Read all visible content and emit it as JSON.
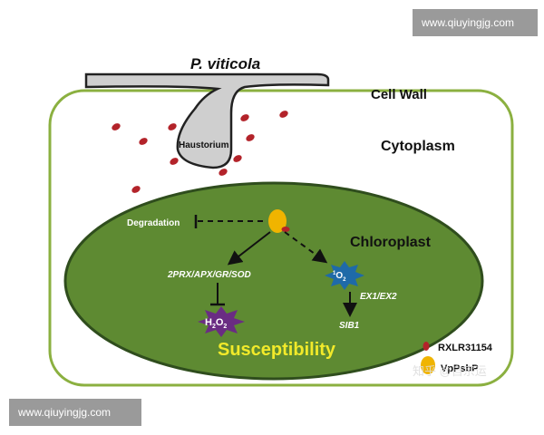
{
  "labels": {
    "pathogen": "P. viticola",
    "cell_wall": "Cell Wall",
    "haustorium": "Haustorium",
    "cytoplasm": "Cytoplasm",
    "chloroplast": "Chloroplast",
    "degradation": "Degradation",
    "enzymes": "2PRX/APX/GR/SOD",
    "h2o2": "H",
    "h2o2_sub": "2",
    "h2o2_mid": "O",
    "h2o2_sub2": "2",
    "singlet_sup": "1",
    "singlet_o": "O",
    "singlet_sub": "2",
    "ex": "EX1/EX2",
    "sib": "SIB1",
    "susceptibility": "Susceptibility"
  },
  "legend": {
    "rxlr": "RXLR31154",
    "vppsbp": "VpPsbP"
  },
  "watermarks": {
    "top": "www.qiuyingjg.com",
    "bottom": "www.qiuyingjg.com",
    "zhihu": "知乎 @自宗运"
  },
  "colors": {
    "cell_border": "#8bb040",
    "chloroplast_fill": "#5e8a32",
    "chloroplast_border": "#2f4d1d",
    "effector": "#b3232a",
    "psbp": "#f0b400",
    "h2o2_star": "#6a2c83",
    "singlet_star": "#1f6aa8",
    "susceptibility": "#f2ea2a",
    "pathogen_fill": "#cfcfcf"
  }
}
